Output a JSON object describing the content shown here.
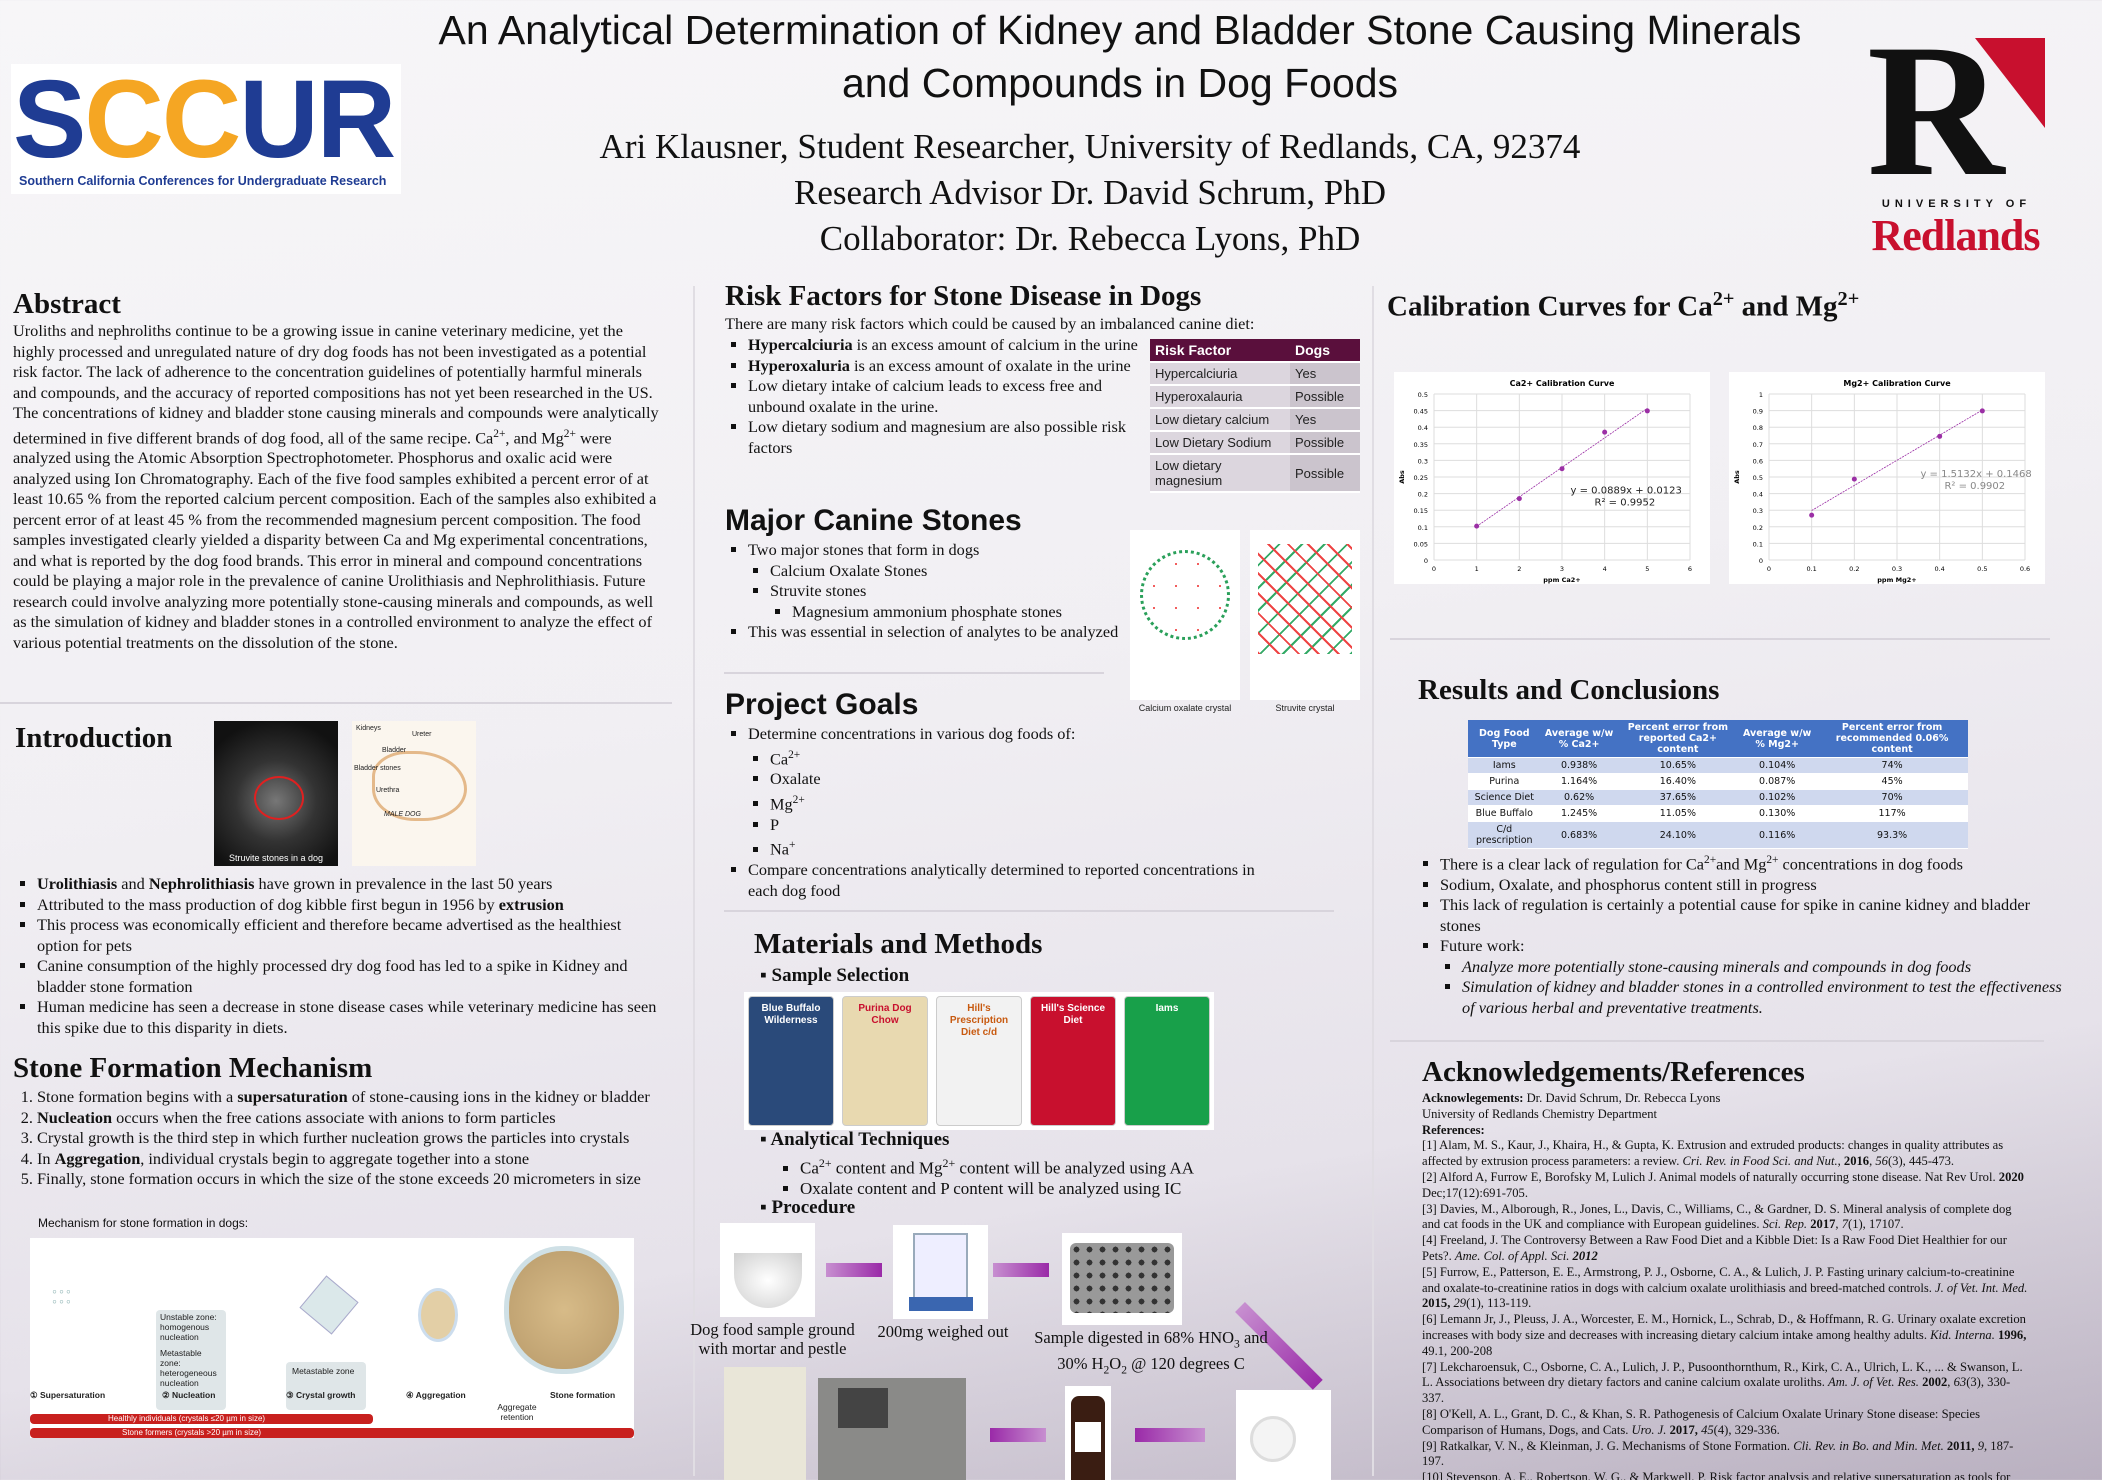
{
  "header": {
    "title_line1": "An Analytical Determination of Kidney and Bladder Stone Causing Minerals",
    "title_line2": "and Compounds in Dog Foods",
    "authors": "Ari Klausner, Student Researcher, University of Redlands, CA, 92374",
    "advisor": "Research Advisor Dr. David Schrum, PhD",
    "collaborator": "Collaborator: Dr. Rebecca Lyons, PhD",
    "left_logo": {
      "text": "SCCUR",
      "subtitle": "Southern California Conferences for Undergraduate Research",
      "colors": [
        "#1f3c93",
        "#f5a623"
      ]
    },
    "right_logo": {
      "text": "R",
      "caption": "UNIVERSITY OF",
      "name": "Redlands",
      "colors": [
        "#111111",
        "#c8102e"
      ]
    }
  },
  "abstract": {
    "heading": "Abstract",
    "body": [
      {
        "t": "Uroliths and nephroliths continue to be a growing issue in canine veterinary medicine, yet the highly processed and unregulated nature of dry dog foods has not been investigated as a potential risk factor. The lack of adherence to the concentration guidelines of potentially harmful minerals and compounds, and the accuracy of reported compositions has not yet been researched in the US. The concentrations of kidney and bladder stone causing minerals and compounds were analytically determined in five different brands of dog food, all of the same recipe. Ca"
      },
      {
        "t": "2+",
        "sup": true
      },
      {
        "t": ", and Mg"
      },
      {
        "t": "2+",
        "sup": true
      },
      {
        "t": " were analyzed using the Atomic Absorption Spectrophotometer. Phosphorus and oxalic acid were analyzed using Ion Chromatography. Each of the five food samples exhibited a percent error of at least 10.65 % from the reported calcium percent composition. Each of the samples also exhibited a percent error of at least 45 % from the recommended magnesium percent composition.  The food samples investigated clearly yielded a disparity between Ca and Mg experimental concentrations, and what is reported by the dog food brands. This error in mineral and compound concentrations could be playing a major role in the prevalence of canine Urolithiasis and Nephrolithiasis. Future research could involve analyzing more potentially stone-causing minerals and compounds, as well as the simulation of kidney and bladder stones in a controlled environment to analyze the effect of various potential treatments on the dissolution of the stone."
      }
    ]
  },
  "introduction": {
    "heading": "Introduction",
    "xray_caption": "Struvite stones in a dog",
    "anatomy_labels": [
      "Kidneys",
      "Ureter",
      "Bladder",
      "Bladder stones",
      "Urethra",
      "MALE DOG"
    ],
    "bullets": [
      [
        {
          "t": "Urolithiasis",
          "b": true
        },
        {
          "t": " and "
        },
        {
          "t": "Nephrolithiasis",
          "b": true
        },
        {
          "t": " have grown in prevalence in the last 50 years"
        }
      ],
      [
        {
          "t": "Attributed to the mass production of dog kibble first begun in 1956 by "
        },
        {
          "t": "extrusion",
          "b": true
        }
      ],
      [
        {
          "t": "This process was economically efficient and therefore became advertised as the healthiest option for pets"
        }
      ],
      [
        {
          "t": "Canine consumption of the highly processed dry dog food has led to a spike in Kidney and bladder stone formation"
        }
      ],
      [
        {
          "t": "Human medicine has seen a decrease in stone disease cases while veterinary medicine has seen this spike due to this disparity in diets."
        }
      ]
    ]
  },
  "stone_formation": {
    "heading": "Stone Formation Mechanism",
    "steps": [
      [
        {
          "t": "Stone formation begins with a "
        },
        {
          "t": "supersaturation",
          "b": true
        },
        {
          "t": " of stone-causing ions in the kidney or bladder"
        }
      ],
      [
        {
          "t": "Nucleation",
          "b": true
        },
        {
          "t": " occurs when the free cations associate with anions to form particles"
        }
      ],
      [
        {
          "t": "Crystal growth is the third step in which further nucleation grows the particles into crystals"
        }
      ],
      [
        {
          "t": "In "
        },
        {
          "t": "Aggregation",
          "b": true
        },
        {
          "t": ", individual crystals begin to aggregate together into a stone"
        }
      ],
      [
        {
          "t": "Finally, stone formation occurs in which the size of the stone exceeds 20 micrometers in size"
        }
      ]
    ],
    "diagram_caption": "Mechanism for stone formation in dogs:",
    "diagram": {
      "stages": [
        "① Supersaturation",
        "② Nucleation",
        "③ Crystal growth",
        "④ Aggregation",
        "Stone formation"
      ],
      "unstable_zone": "Unstable zone: homogenous nucleation",
      "metastable_zone_hetero": "Metastable zone: heterogeneous nucleation",
      "metastable_zone": "Metastable zone",
      "aggregate_retention": "Aggregate retention",
      "healthy_bar": "Healthly individuals (crystals ≤20 µm in size)",
      "formers_bar": "Stone formers (crystals >20 µm in size)",
      "bar_color": "#c8201e"
    }
  },
  "risk_factors": {
    "heading": "Risk Factors for Stone Disease in Dogs",
    "intro": "There are many risk factors which could be caused by an imbalanced canine diet:",
    "bullets": [
      [
        {
          "t": "Hypercalciuria",
          "b": true
        },
        {
          "t": " is an excess amount of calcium in  the urine"
        }
      ],
      [
        {
          "t": "Hyperoxaluria",
          "b": true
        },
        {
          "t": " is an excess amount of oxalate in the urine"
        }
      ],
      [
        {
          "t": "Low dietary intake of calcium leads to excess free and unbound oxalate in the urine."
        }
      ],
      [
        {
          "t": "Low dietary sodium and magnesium are also possible risk factors"
        }
      ]
    ],
    "table": {
      "headers": [
        "Risk Factor",
        "Dogs"
      ],
      "rows": [
        [
          "Hypercalciuria",
          "Yes"
        ],
        [
          "Hyperoxalauria",
          "Possible"
        ],
        [
          "Low dietary calcium",
          "Yes"
        ],
        [
          "Low Dietary Sodium",
          "Possible"
        ],
        [
          "Low dietary magnesium",
          "Possible"
        ]
      ],
      "header_color": "#5a0f3c"
    }
  },
  "major_stones": {
    "heading": "Major Canine Stones",
    "bullets": [
      {
        "t": "Two major stones that form in dogs",
        "sub": [
          {
            "t": "Calcium Oxalate Stones"
          },
          {
            "t": "Struvite stones",
            "sub": [
              {
                "t": "Magnesium ammonium phosphate stones"
              }
            ]
          }
        ]
      },
      {
        "t": "This was essential in selection of analytes to be analyzed"
      }
    ],
    "captions": [
      "Calcium oxalate crystal",
      "Struvite crystal"
    ]
  },
  "project_goals": {
    "heading": "Project Goals",
    "intro": "Determine concentrations in various dog foods of:",
    "analytes": [
      [
        {
          "t": "Ca"
        },
        {
          "t": "2+",
          "sup": true
        }
      ],
      [
        {
          "t": "Oxalate"
        }
      ],
      [
        {
          "t": "Mg"
        },
        {
          "t": "2+",
          "sup": true
        }
      ],
      [
        {
          "t": "P"
        }
      ],
      [
        {
          "t": "Na"
        },
        {
          "t": "+",
          "sup": true
        }
      ]
    ],
    "compare": "Compare concentrations analytically determined to reported concentrations in each dog food"
  },
  "materials": {
    "heading": "Materials and Methods",
    "sample_selection": "Sample Selection",
    "brands": [
      "Blue Buffalo Wilderness",
      "Purina Dog Chow",
      "Hill's Prescription Diet c/d",
      "Hill's Science Diet",
      "Iams"
    ],
    "analytical_heading": "Analytical Techniques",
    "analytical": [
      [
        {
          "t": "Ca"
        },
        {
          "t": "2+",
          "sup": true
        },
        {
          "t": " content and Mg"
        },
        {
          "t": "2+",
          "sup": true
        },
        {
          "t": " content will be analyzed using AA"
        }
      ],
      [
        {
          "t": "Oxalate content and P content will be analyzed using IC"
        }
      ]
    ],
    "procedure_heading": "Procedure",
    "procedure_captions": [
      [
        {
          "t": "Dog food sample ground with mortar and pestle"
        }
      ],
      [
        {
          "t": "200mg weighed out"
        }
      ],
      [
        {
          "t": "Sample digested in 68% HNO"
        },
        {
          "t": "3",
          "sub": true
        },
        {
          "t": " and 30% H"
        },
        {
          "t": "2",
          "sub": true
        },
        {
          "t": "O"
        },
        {
          "t": "2",
          "sub": true
        },
        {
          "t": " @ 120 degrees C"
        }
      ]
    ],
    "arrow_color": "#9a2aa8"
  },
  "calibration": {
    "heading": [
      {
        "t": "Calibration Curves for Ca"
      },
      {
        "t": "2+",
        "sup": true
      },
      {
        "t": " and Mg"
      },
      {
        "t": "2+",
        "sup": true
      }
    ]
  },
  "chart_data": [
    {
      "type": "scatter",
      "title": "Ca2+ Calibration Curve",
      "xlabel": "ppm Ca2+",
      "ylabel": "Abs",
      "xlim": [
        0,
        6
      ],
      "ylim": [
        0,
        0.5
      ],
      "xticks": [
        0,
        1,
        2,
        3,
        4,
        5,
        6
      ],
      "yticks": [
        0,
        0.05,
        0.1,
        0.15,
        0.2,
        0.25,
        0.3,
        0.35,
        0.4,
        0.45,
        0.5
      ],
      "x": [
        1,
        2,
        3,
        4,
        5
      ],
      "y": [
        0.102,
        0.185,
        0.275,
        0.385,
        0.449
      ],
      "trendline": {
        "slope": 0.0889,
        "intercept": 0.0123,
        "equation": "y = 0.0889x + 0.0123",
        "r2": "R² = 0.9952"
      },
      "grid": true,
      "color": "#9b2fa5"
    },
    {
      "type": "scatter",
      "title": "Mg2+ Calibration Curve",
      "xlabel": "ppm Mg2+",
      "ylabel": "Abs",
      "xlim": [
        0,
        0.6
      ],
      "ylim": [
        0,
        1
      ],
      "xticks": [
        0,
        0.1,
        0.2,
        0.3,
        0.4,
        0.5,
        0.6
      ],
      "yticks": [
        0,
        0.1,
        0.2,
        0.3,
        0.4,
        0.5,
        0.6,
        0.7,
        0.8,
        0.9,
        1
      ],
      "x": [
        0.1,
        0.2,
        0.4,
        0.5
      ],
      "y": [
        0.27,
        0.487,
        0.745,
        0.898
      ],
      "trendline": {
        "slope": 1.5132,
        "intercept": 0.1468,
        "equation": "y = 1.5132x + 0.1468",
        "r2": "R² = 0.9902"
      },
      "grid": true,
      "color": "#9b2fa5"
    }
  ],
  "results": {
    "heading": "Results and Conclusions",
    "table": {
      "headers": [
        "Dog Food Type",
        "Average w/w % Ca2+",
        "Percent error from reported Ca2+ content",
        "Average w/w % Mg2+",
        "Percent error from recommended 0.06% content"
      ],
      "rows": [
        [
          "Iams",
          "0.938%",
          "10.65%",
          "0.104%",
          "74%"
        ],
        [
          "Purina",
          "1.164%",
          "16.40%",
          "0.087%",
          "45%"
        ],
        [
          "Science Diet",
          "0.62%",
          "37.65%",
          "0.102%",
          "70%"
        ],
        [
          "Blue Buffalo",
          "1.245%",
          "11.05%",
          "0.130%",
          "117%"
        ],
        [
          "C/d prescription",
          "0.683%",
          "24.10%",
          "0.116%",
          "93.3%"
        ]
      ],
      "header_color": "#4472c4"
    },
    "bullets": [
      [
        {
          "t": "There is a clear lack of regulation for Ca"
        },
        {
          "t": "2+",
          "sup": true
        },
        {
          "t": "and Mg"
        },
        {
          "t": "2+",
          "sup": true
        },
        {
          "t": " concentrations in dog foods"
        }
      ],
      [
        {
          "t": "Sodium, Oxalate, and phosphorus content still in progress"
        }
      ],
      [
        {
          "t": "This lack of regulation is certainly a potential cause for spike in canine kidney and bladder stones"
        }
      ],
      [
        {
          "t": "Future work:"
        }
      ]
    ],
    "future": [
      "Analyze more potentially stone-causing minerals and compounds in dog foods",
      "Simulation of kidney and bladder stones in a controlled environment to test the effectiveness of various herbal and preventative treatments."
    ]
  },
  "acknowledgements": {
    "heading": "Acknowledgements/References",
    "ack": [
      {
        "t": "Acknowlegements:",
        "b": true
      },
      {
        "t": " Dr. David Schrum, Dr. Rebecca Lyons"
      }
    ],
    "dept": "University of Redlands Chemistry Department",
    "refs_label": "References:",
    "refs": [
      [
        {
          "t": "[1] Alam, M. S., Kaur, J., Khaira, H., & Gupta, K. Extrusion and extruded products: changes in quality attributes as affected by extrusion process parameters: a review. "
        },
        {
          "t": "Cri. Rev. in Food Sci. and Nut.",
          "i": true
        },
        {
          "t": ", "
        },
        {
          "t": "2016",
          "b": true
        },
        {
          "t": ", "
        },
        {
          "t": "56",
          "i": true
        },
        {
          "t": "(3), 445-473."
        }
      ],
      [
        {
          "t": "[2] Alford A, Furrow E, Borofsky M, Lulich J. Animal models of naturally occurring stone disease. Nat Rev Urol. "
        },
        {
          "t": "2020",
          "b": true
        },
        {
          "t": " Dec;17(12):691-705."
        }
      ],
      [
        {
          "t": "[3] Davies, M., Alborough, R., Jones, L., Davis, C., Williams, C., & Gardner, D. S. Mineral analysis of complete dog and cat foods in the UK and compliance with European guidelines. "
        },
        {
          "t": "Sci. Rep.",
          "i": true
        },
        {
          "t": " "
        },
        {
          "t": "2017",
          "b": true
        },
        {
          "t": ", "
        },
        {
          "t": "7",
          "i": true
        },
        {
          "t": "(1), 17107."
        }
      ],
      [
        {
          "t": "[4] Freeland, J. The Controversy Between a Raw Food Diet and a Kibble Diet: Is a Raw Food Diet Healthier for our Pets?. "
        },
        {
          "t": "Ame. Col. of Appl. Sci.",
          "i": true
        },
        {
          "t": " "
        },
        {
          "t": "2012",
          "b": true,
          "i": true
        }
      ],
      [
        {
          "t": "[5] Furrow, E., Patterson, E. E., Armstrong, P. J., Osborne, C. A., & Lulich, J. P. Fasting urinary calcium-to-creatinine and oxalate-to-creatinine ratios in dogs with calcium oxalate urolithiasis and breed-matched controls. "
        },
        {
          "t": "J. of Vet. Int. Med.",
          "i": true
        },
        {
          "t": " "
        },
        {
          "t": "2015,",
          "b": true
        },
        {
          "t": " "
        },
        {
          "t": "29",
          "i": true
        },
        {
          "t": "(1), 113-119."
        }
      ],
      [
        {
          "t": "[6] Lemann Jr, J., Pleuss, J. A., Worcester, E. M., Hornick, L., Schrab, D., & Hoffmann, R. G. Urinary oxalate excretion increases with body size and decreases with increasing dietary calcium intake among healthy adults. "
        },
        {
          "t": "Kid. Interna.",
          "i": true
        },
        {
          "t": " "
        },
        {
          "t": "1996,",
          "b": true
        },
        {
          "t": " 49.1, 200-208"
        }
      ],
      [
        {
          "t": "[7] Lekcharoensuk, C., Osborne, C. A., Lulich, J. P., Pusoonthornthum, R., Kirk, C. A., Ulrich, L. K., ... & Swanson, L. L. Associations between dry dietary factors and canine calcium oxalate uroliths. "
        },
        {
          "t": "Am. J. of Vet. Res.",
          "i": true
        },
        {
          "t": " "
        },
        {
          "t": "2002",
          "b": true
        },
        {
          "t": ", "
        },
        {
          "t": "63",
          "i": true
        },
        {
          "t": "(3), 330-337."
        }
      ],
      [
        {
          "t": "[8] O'Kell, A. L., Grant, D. C., & Khan, S. R. Pathogenesis of Calcium Oxalate Urinary Stone disease: Species Comparison of Humans, Dogs, and Cats. "
        },
        {
          "t": "Uro. J.",
          "i": true
        },
        {
          "t": " "
        },
        {
          "t": "2017,",
          "b": true
        },
        {
          "t": " "
        },
        {
          "t": "45",
          "i": true
        },
        {
          "t": "(4), 329-336."
        }
      ],
      [
        {
          "t": "[9] Ratkalkar, V. N., & Kleinman, J. G. Mechanisms of Stone Formation. "
        },
        {
          "t": "Cli. Rev. in Bo. and Min. Met.",
          "i": true
        },
        {
          "t": " "
        },
        {
          "t": "2011,",
          "b": true
        },
        {
          "t": " "
        },
        {
          "t": "9",
          "i": true
        },
        {
          "t": ", 187-197."
        }
      ],
      [
        {
          "t": "[10] Stevenson, A. E., Robertson, W. G., & Markwell, P. Risk factor analysis and relative supersaturation as tools for"
        }
      ]
    ]
  }
}
